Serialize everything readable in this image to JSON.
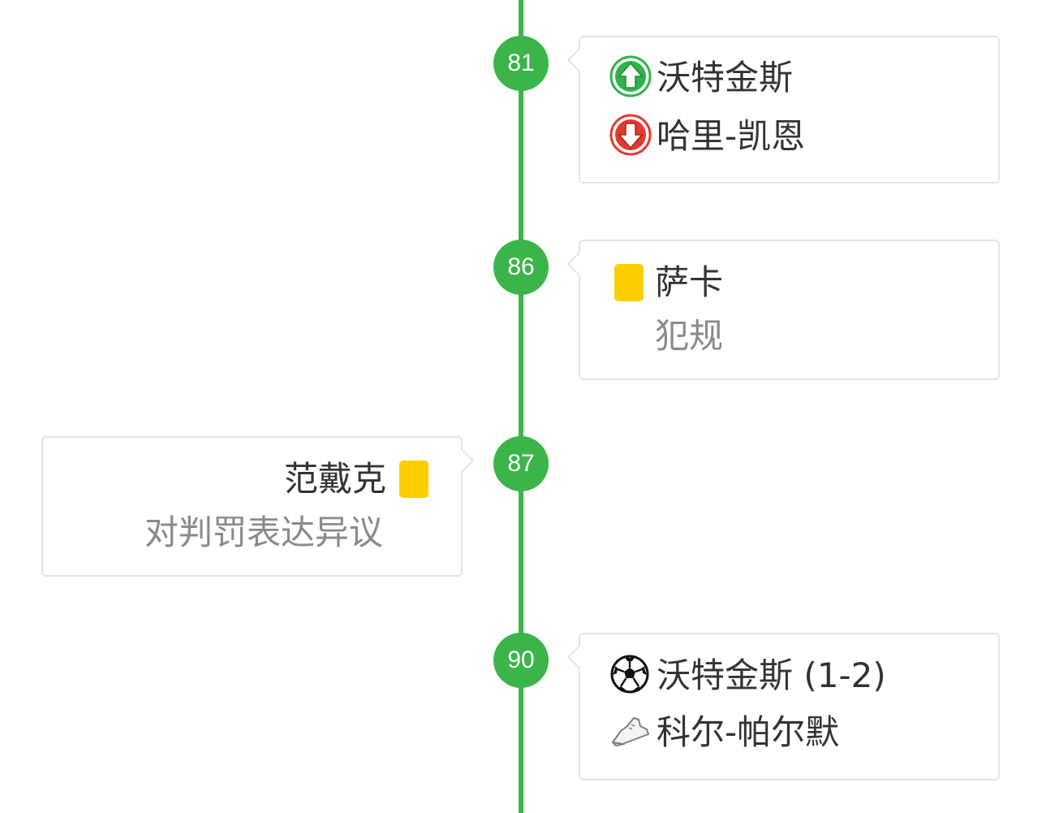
{
  "events": [
    {
      "minute": "81",
      "side": "right",
      "type": "substitution",
      "lines": [
        {
          "icon": "sub-in-arrow-icon",
          "text": "沃特金斯"
        },
        {
          "icon": "sub-out-arrow-icon",
          "text": "哈里-凯恩"
        }
      ]
    },
    {
      "minute": "86",
      "side": "right",
      "type": "yellow-card",
      "player": "萨卡",
      "reason": "犯规"
    },
    {
      "minute": "87",
      "side": "left",
      "type": "yellow-card",
      "player": "范戴克",
      "reason": "对判罚表达异议"
    },
    {
      "minute": "90",
      "side": "right",
      "type": "goal",
      "lines": [
        {
          "icon": "soccer-ball-icon",
          "text": "沃特金斯  (1-2)"
        },
        {
          "icon": "boot-assist-icon",
          "text": "科尔-帕尔默"
        }
      ]
    }
  ],
  "colors": {
    "timeline": "#3bb54a",
    "yellow_card": "#fdcf00",
    "sub_in": "#2fb34a",
    "sub_out": "#e23a2f"
  }
}
